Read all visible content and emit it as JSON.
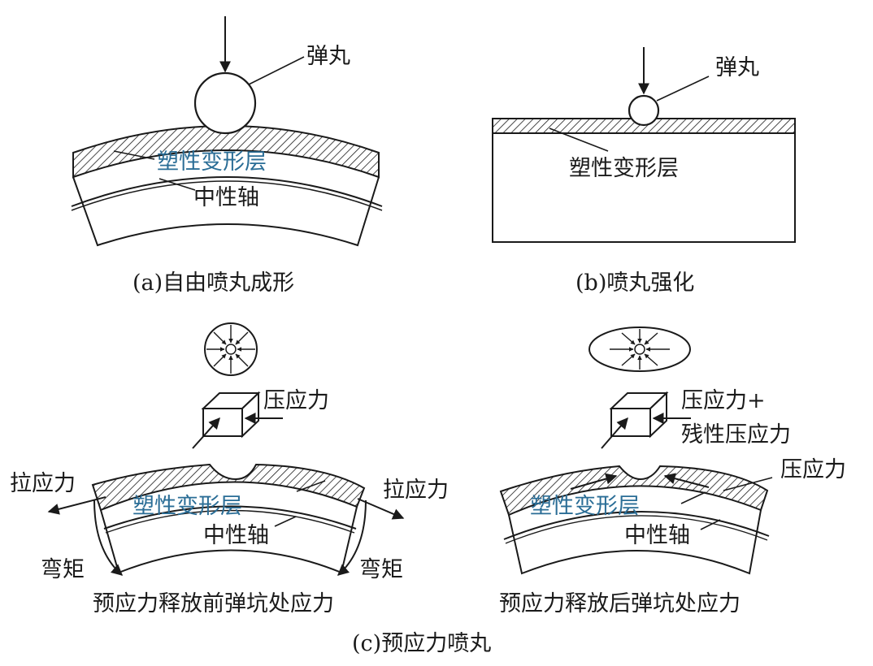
{
  "panel_a": {
    "caption": "(a)自由喷丸成形",
    "shot_label": "弹丸",
    "plastic_layer_label": "塑性变形层",
    "neutral_axis_label": "中性轴"
  },
  "panel_b": {
    "caption": "(b)喷丸强化",
    "shot_label": "弹丸",
    "plastic_layer_label": "塑性变形层"
  },
  "panel_c": {
    "caption": "(c)预应力喷丸",
    "left": {
      "compressive_label": "压应力",
      "tensile_left_label": "拉应力",
      "tensile_right_label": "拉应力",
      "plastic_layer_label": "塑性变形层",
      "neutral_axis_label": "中性轴",
      "moment_left_label": "弯矩",
      "moment_right_label": "弯矩",
      "subcaption": "预应力释放前弹坑处应力"
    },
    "right": {
      "compressive_residual_line1": "压应力+",
      "compressive_residual_line2": "残性压应力",
      "compressive_label": "压应力",
      "plastic_layer_label": "塑性变形层",
      "neutral_axis_label": "中性轴",
      "subcaption": "预应力释放后弹坑处应力"
    }
  },
  "colors": {
    "ink": "#1a1a1a",
    "label_blue": "#2a6d96"
  }
}
